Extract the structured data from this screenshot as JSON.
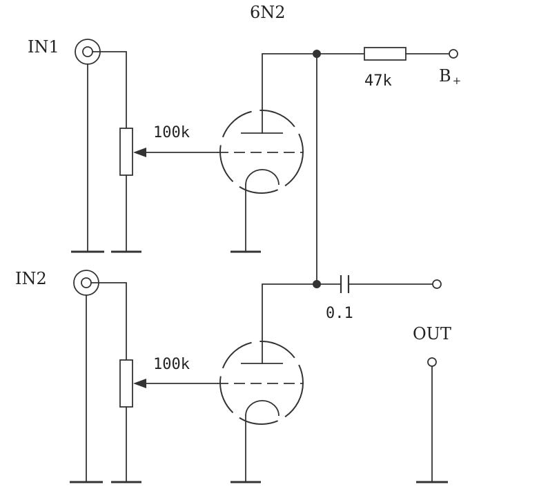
{
  "tube": {
    "type": "6N2"
  },
  "inputs": {
    "in1": {
      "label": "IN1"
    },
    "in2": {
      "label": "IN2"
    }
  },
  "potentiometers": {
    "pot1": {
      "value": "100k"
    },
    "pot2": {
      "value": "100k"
    }
  },
  "plate_resistor": {
    "value": "47k"
  },
  "supply": {
    "label": "B",
    "subscript": "+"
  },
  "coupling_capacitor": {
    "value": "0.1"
  },
  "output": {
    "label": "OUT"
  }
}
